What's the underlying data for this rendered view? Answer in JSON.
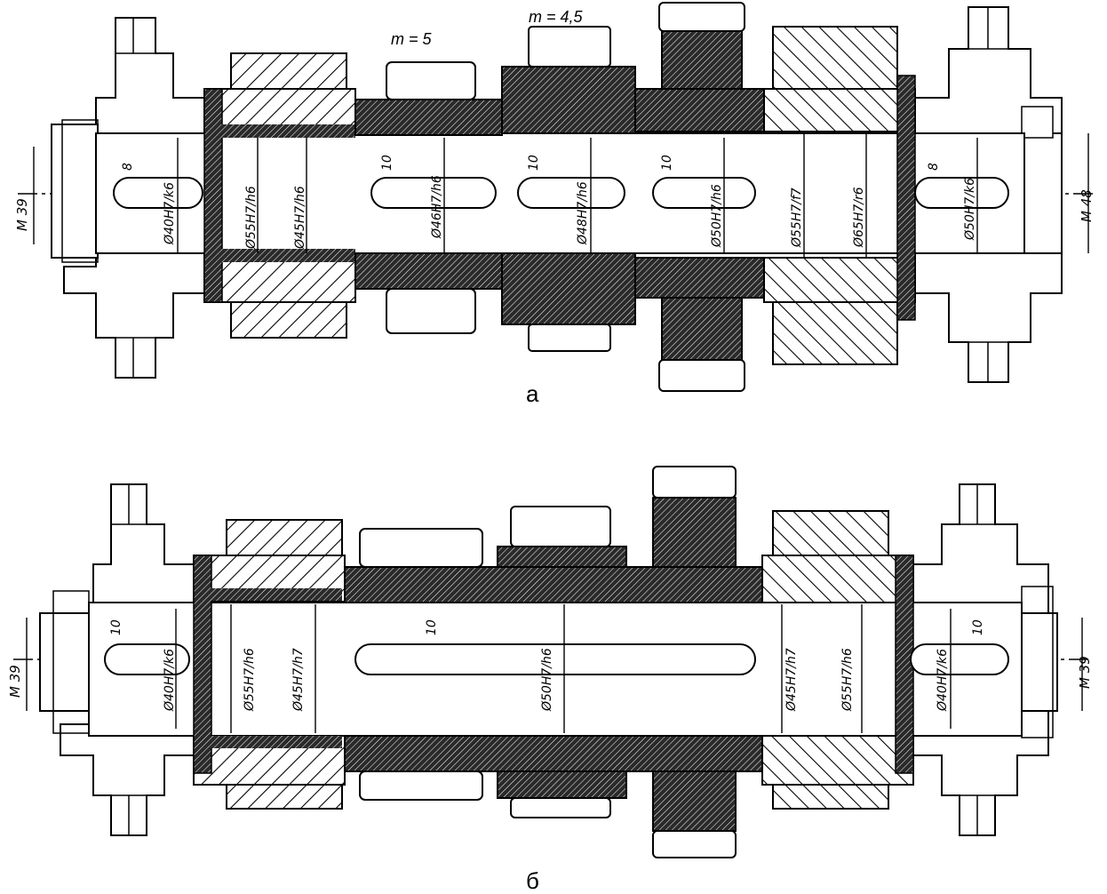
{
  "figure_a": {
    "caption": "а",
    "module_labels": [
      "m = 5",
      "m = 4,5"
    ],
    "thread_left": "M 39",
    "thread_right": "M 48",
    "fits": [
      "Ø40H7/k6",
      "Ø55H7/h6",
      "Ø45H7/h6",
      "Ø46H7/h6",
      "Ø48H7/h6",
      "Ø50H7/h6",
      "Ø55H7/f7",
      "Ø65H7/r6",
      "Ø50H7/k6"
    ],
    "key_widths": [
      "8",
      "10",
      "10",
      "10",
      "8"
    ]
  },
  "figure_b": {
    "caption": "б",
    "thread_left": "M 39",
    "thread_right": "M 39",
    "fits": [
      "Ø40H7/k6",
      "Ø55H7/h6",
      "Ø45H7/h7",
      "Ø50H7/h6",
      "Ø45H7/h7",
      "Ø55H7/h6",
      "Ø40H7/k6"
    ],
    "key_widths": [
      "10",
      "10",
      "10"
    ]
  }
}
